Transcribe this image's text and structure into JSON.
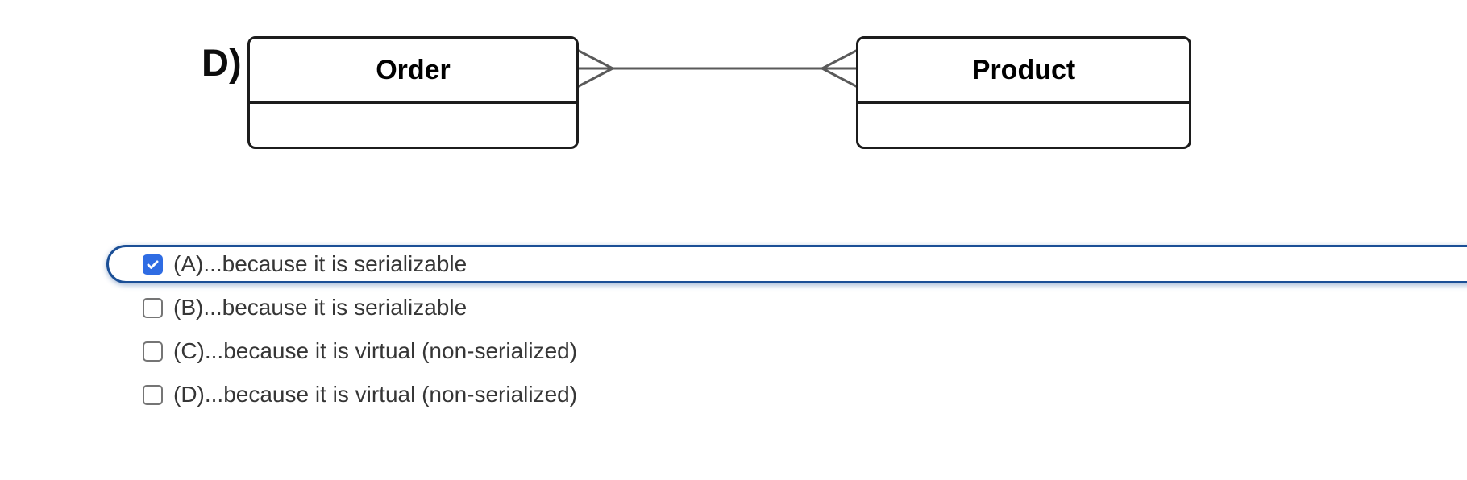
{
  "diagram": {
    "variant_label": "D)",
    "entities": [
      {
        "name": "Order"
      },
      {
        "name": "Product"
      }
    ],
    "relationship": {
      "notation": "crow-foot",
      "cardinality": "many-to-many",
      "from": "Order",
      "to": "Product"
    }
  },
  "options": [
    {
      "key": "A",
      "label": "(A)...because it is serializable",
      "checked": true,
      "selected": true
    },
    {
      "key": "B",
      "label": "(B)...because it is serializable",
      "checked": false,
      "selected": false
    },
    {
      "key": "C",
      "label": "(C)...because it is virtual (non-serialized)",
      "checked": false,
      "selected": false
    },
    {
      "key": "D",
      "label": "(D)...because it is virtual (non-serialized)",
      "checked": false,
      "selected": false
    }
  ],
  "colors": {
    "selected_option_border": "#1b4f96",
    "checked_checkbox": "#2f6ce3",
    "unchecked_checkbox_border": "#757575",
    "entity_border": "#1c1c1c",
    "connector": "#5a5a5a",
    "option_text": "#363636",
    "diagram_text": "#0d0d0d"
  }
}
